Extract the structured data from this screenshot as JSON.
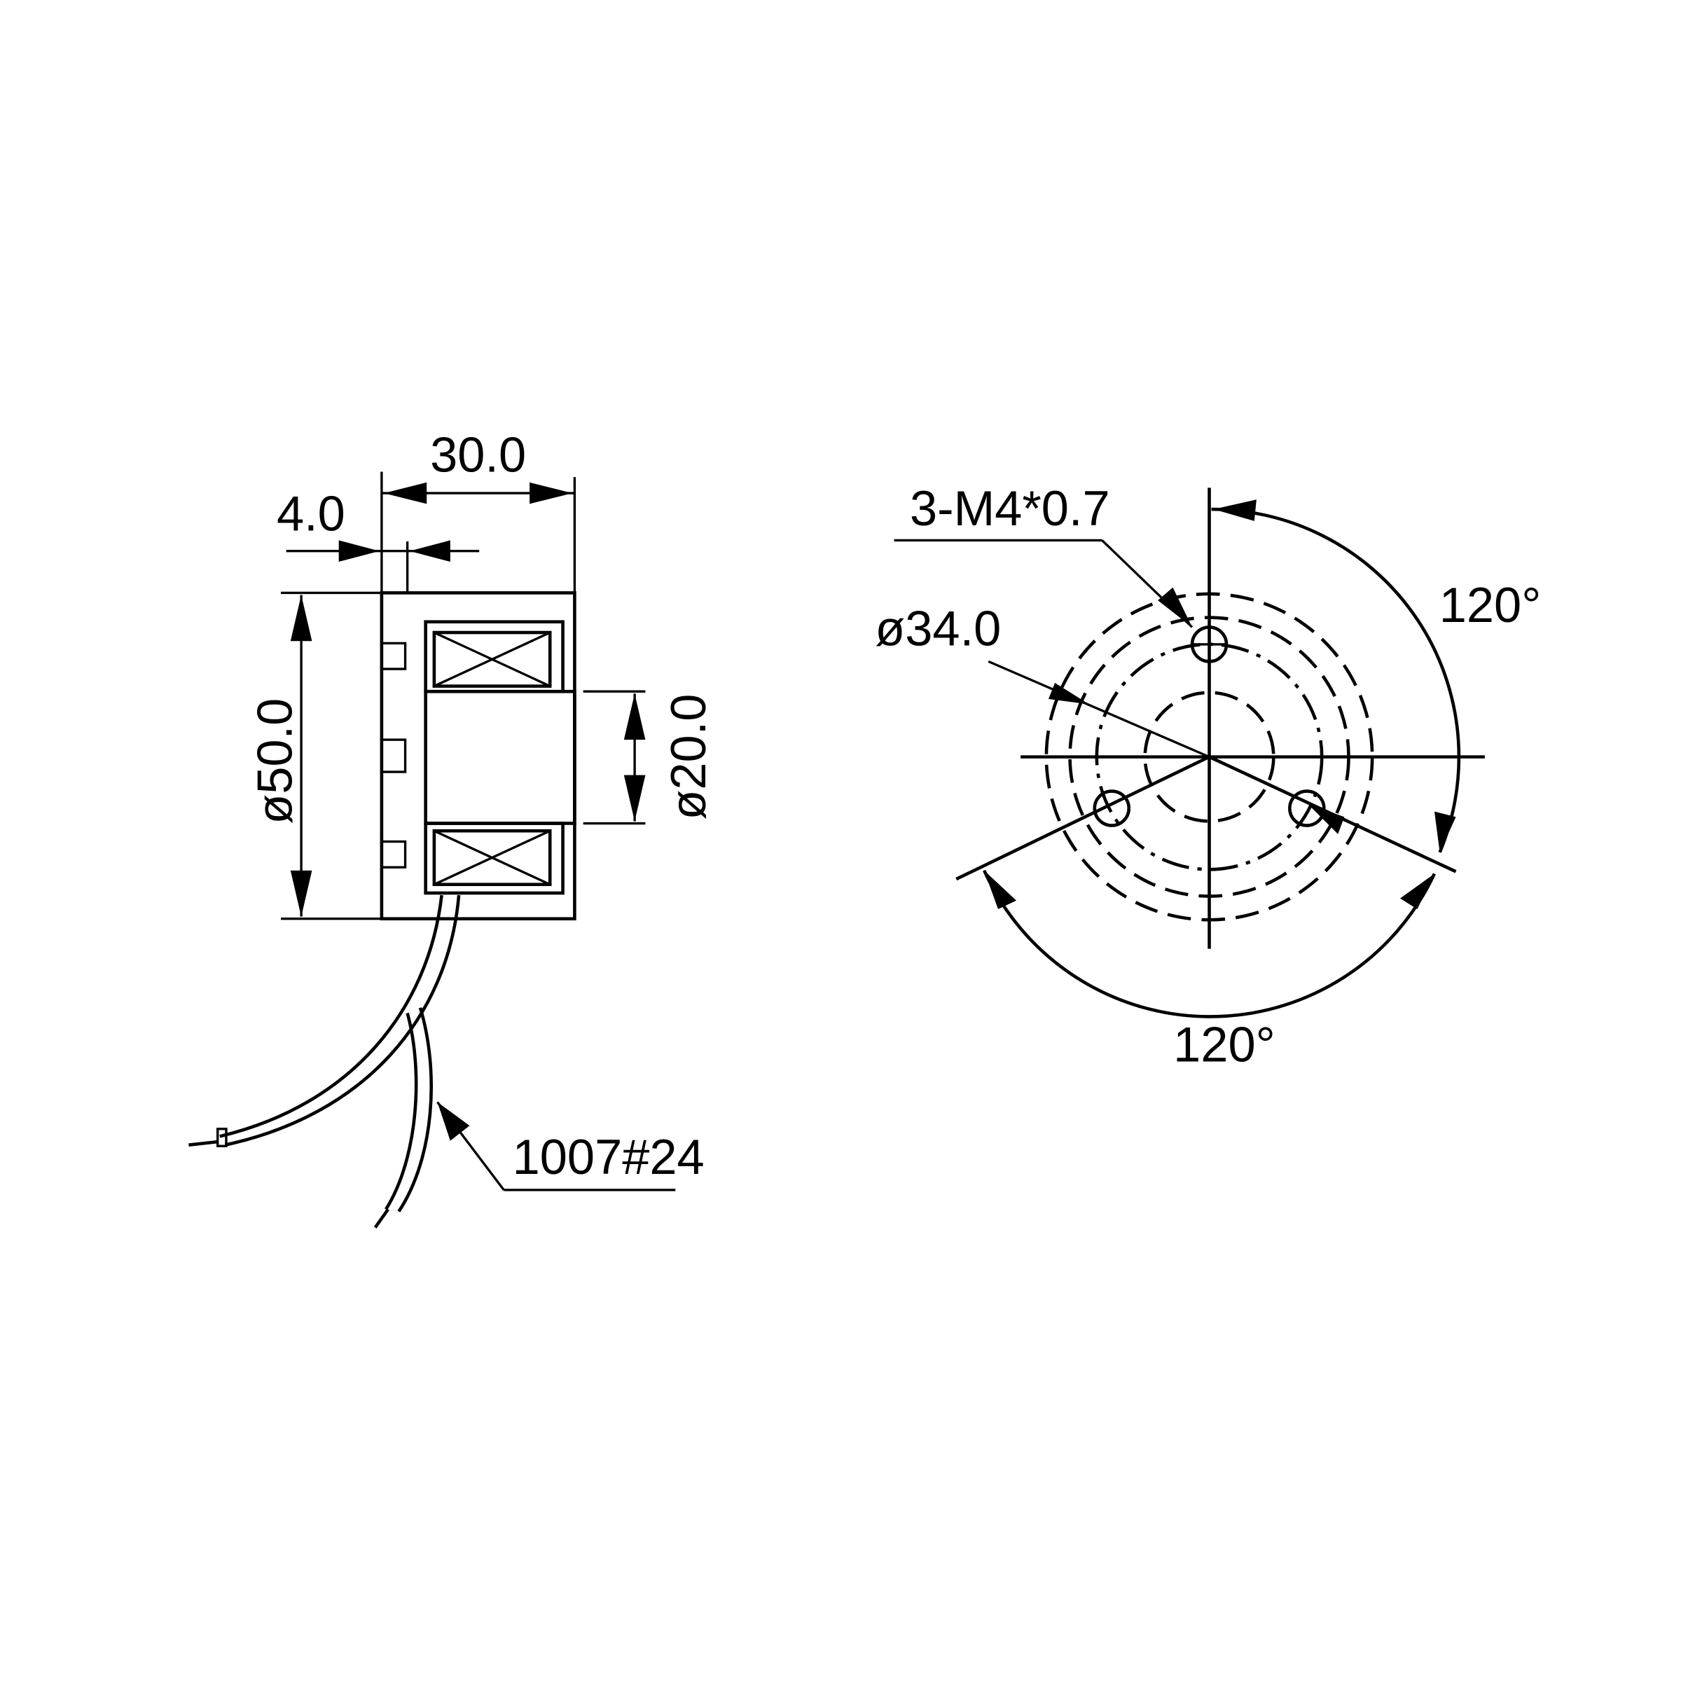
{
  "drawing": {
    "side_view": {
      "dim_length": "30.0",
      "dim_flange": "4.0",
      "dim_outer_diameter": "ø50.0",
      "dim_inner_diameter": "ø20.0",
      "wire_label": "1007#24"
    },
    "front_view": {
      "thread_label": "3-M4*0.7",
      "bolt_circle": "ø34.0",
      "angle_top": "120°",
      "angle_bottom": "120°"
    },
    "colors": {
      "line": "#000000",
      "background": "#ffffff"
    }
  }
}
